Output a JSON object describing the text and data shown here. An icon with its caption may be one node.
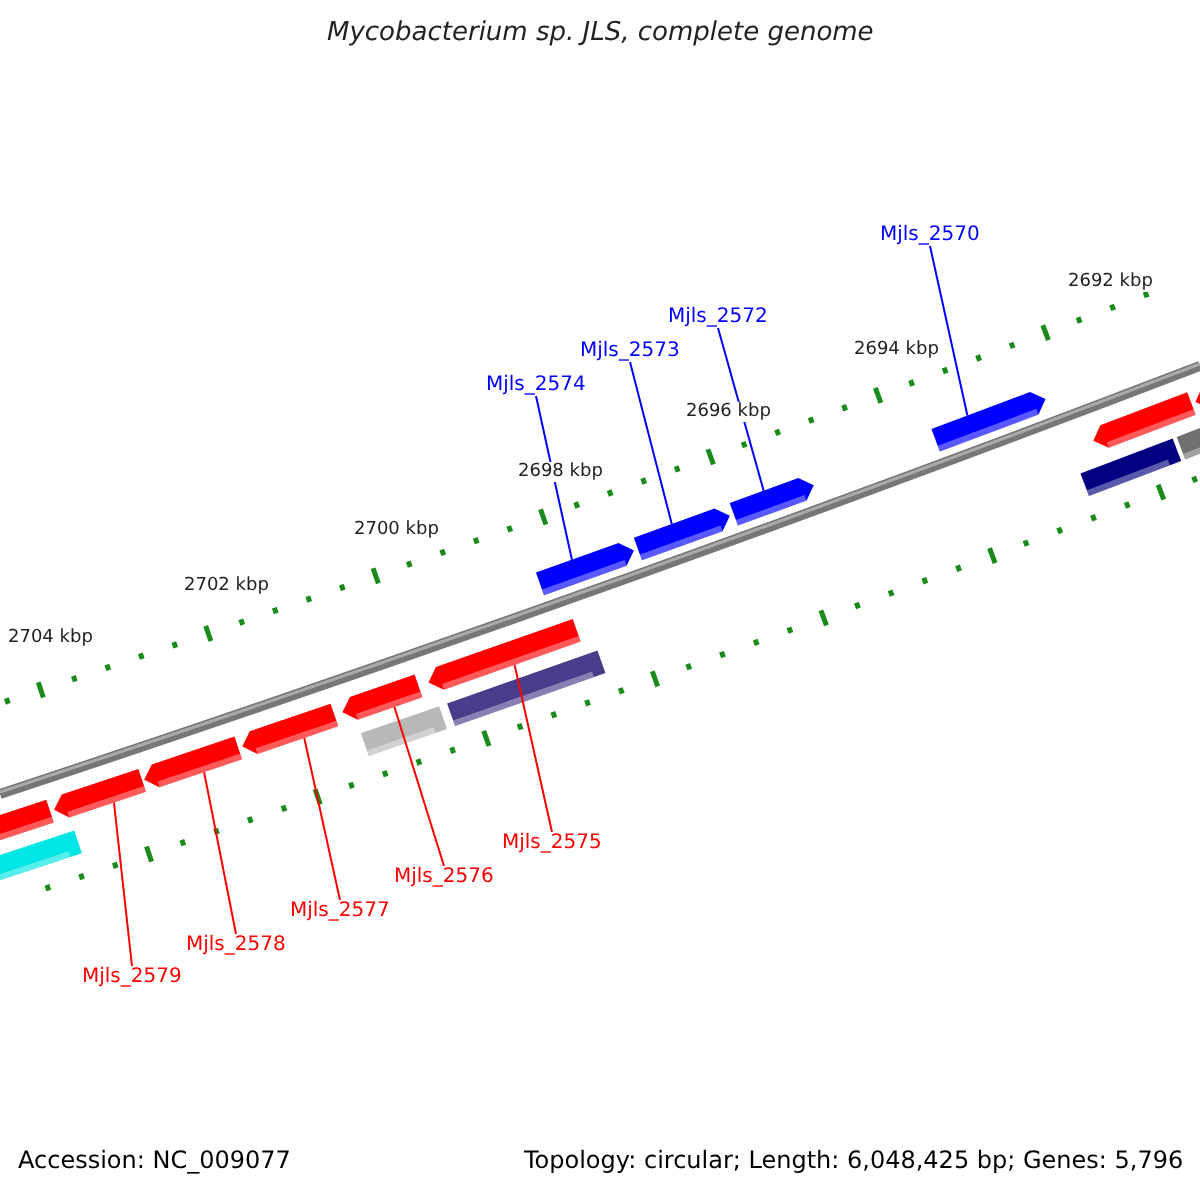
{
  "diagram": {
    "title": "Mycobacterium sp. JLS, complete genome",
    "nodes": [
      {
        "text": [
          "Mjls_2570"
        ]
      },
      {
        "text": [
          "Mjls_2572"
        ]
      },
      {
        "text": [
          "Mjls_2573"
        ]
      },
      {
        "text": [
          "Mjls_2574"
        ]
      },
      {
        "text": [
          "Mjls_2575"
        ]
      },
      {
        "text": [
          "Mjls_2576"
        ]
      },
      {
        "text": [
          "Mjls_2577"
        ]
      },
      {
        "text": [
          "Mjls_2578"
        ]
      },
      {
        "text": [
          "Mjls_2579"
        ]
      },
      {
        "text": [],
        "shape": "bar"
      },
      {
        "text": [],
        "shape": "bar"
      },
      {
        "text": [],
        "shape": "bar"
      },
      {
        "text": [],
        "shape": "bar"
      },
      {
        "text": [],
        "shape": "bar"
      },
      {
        "text": [],
        "shape": "bar"
      },
      {
        "text": [],
        "shape": "bar"
      },
      {
        "text": [],
        "shape": "bar"
      },
      {
        "text": [],
        "shape": "bar"
      },
      {
        "text": [],
        "shape": "bar"
      },
      {
        "text": [],
        "shape": "bar"
      },
      {
        "text": [],
        "shape": "bar"
      },
      {
        "text": [],
        "shape": "bar"
      },
      {
        "text": [],
        "shape": "bar"
      },
      {
        "text": [],
        "shape": "bar"
      },
      {
        "text": [],
        "shape": "bar"
      },
      {
        "text": [],
        "shape": "bar"
      }
    ],
    "edges": [
      {
        "from": 0,
        "to": 21,
        "arrow": "none",
        "color": "#0000ff"
      },
      {
        "from": 1,
        "to": 20,
        "arrow": "none",
        "color": "#0000ff"
      },
      {
        "from": 2,
        "to": 19,
        "arrow": "none",
        "color": "#0000ff"
      },
      {
        "from": 3,
        "to": 18,
        "arrow": "none",
        "color": "#0000ff"
      },
      {
        "from": 4,
        "to": 16,
        "arrow": "none"
      },
      {
        "from": 5,
        "to": 14,
        "arrow": "none"
      },
      {
        "from": 6,
        "to": 13,
        "arrow": "none"
      },
      {
        "from": 7,
        "to": 12,
        "arrow": "none"
      },
      {
        "from": 8,
        "to": 11,
        "arrow": "none"
      }
    ],
    "labels": [
      "2692 kbp",
      "2694 kbp",
      "2696 kbp",
      "2698 kbp",
      "2700 kbp",
      "2702 kbp",
      "2704 kbp",
      "Accession: NC_009077",
      "Topology: circular; Length: 6,048,425 bp; Genes: 5,796"
    ]
  }
}
